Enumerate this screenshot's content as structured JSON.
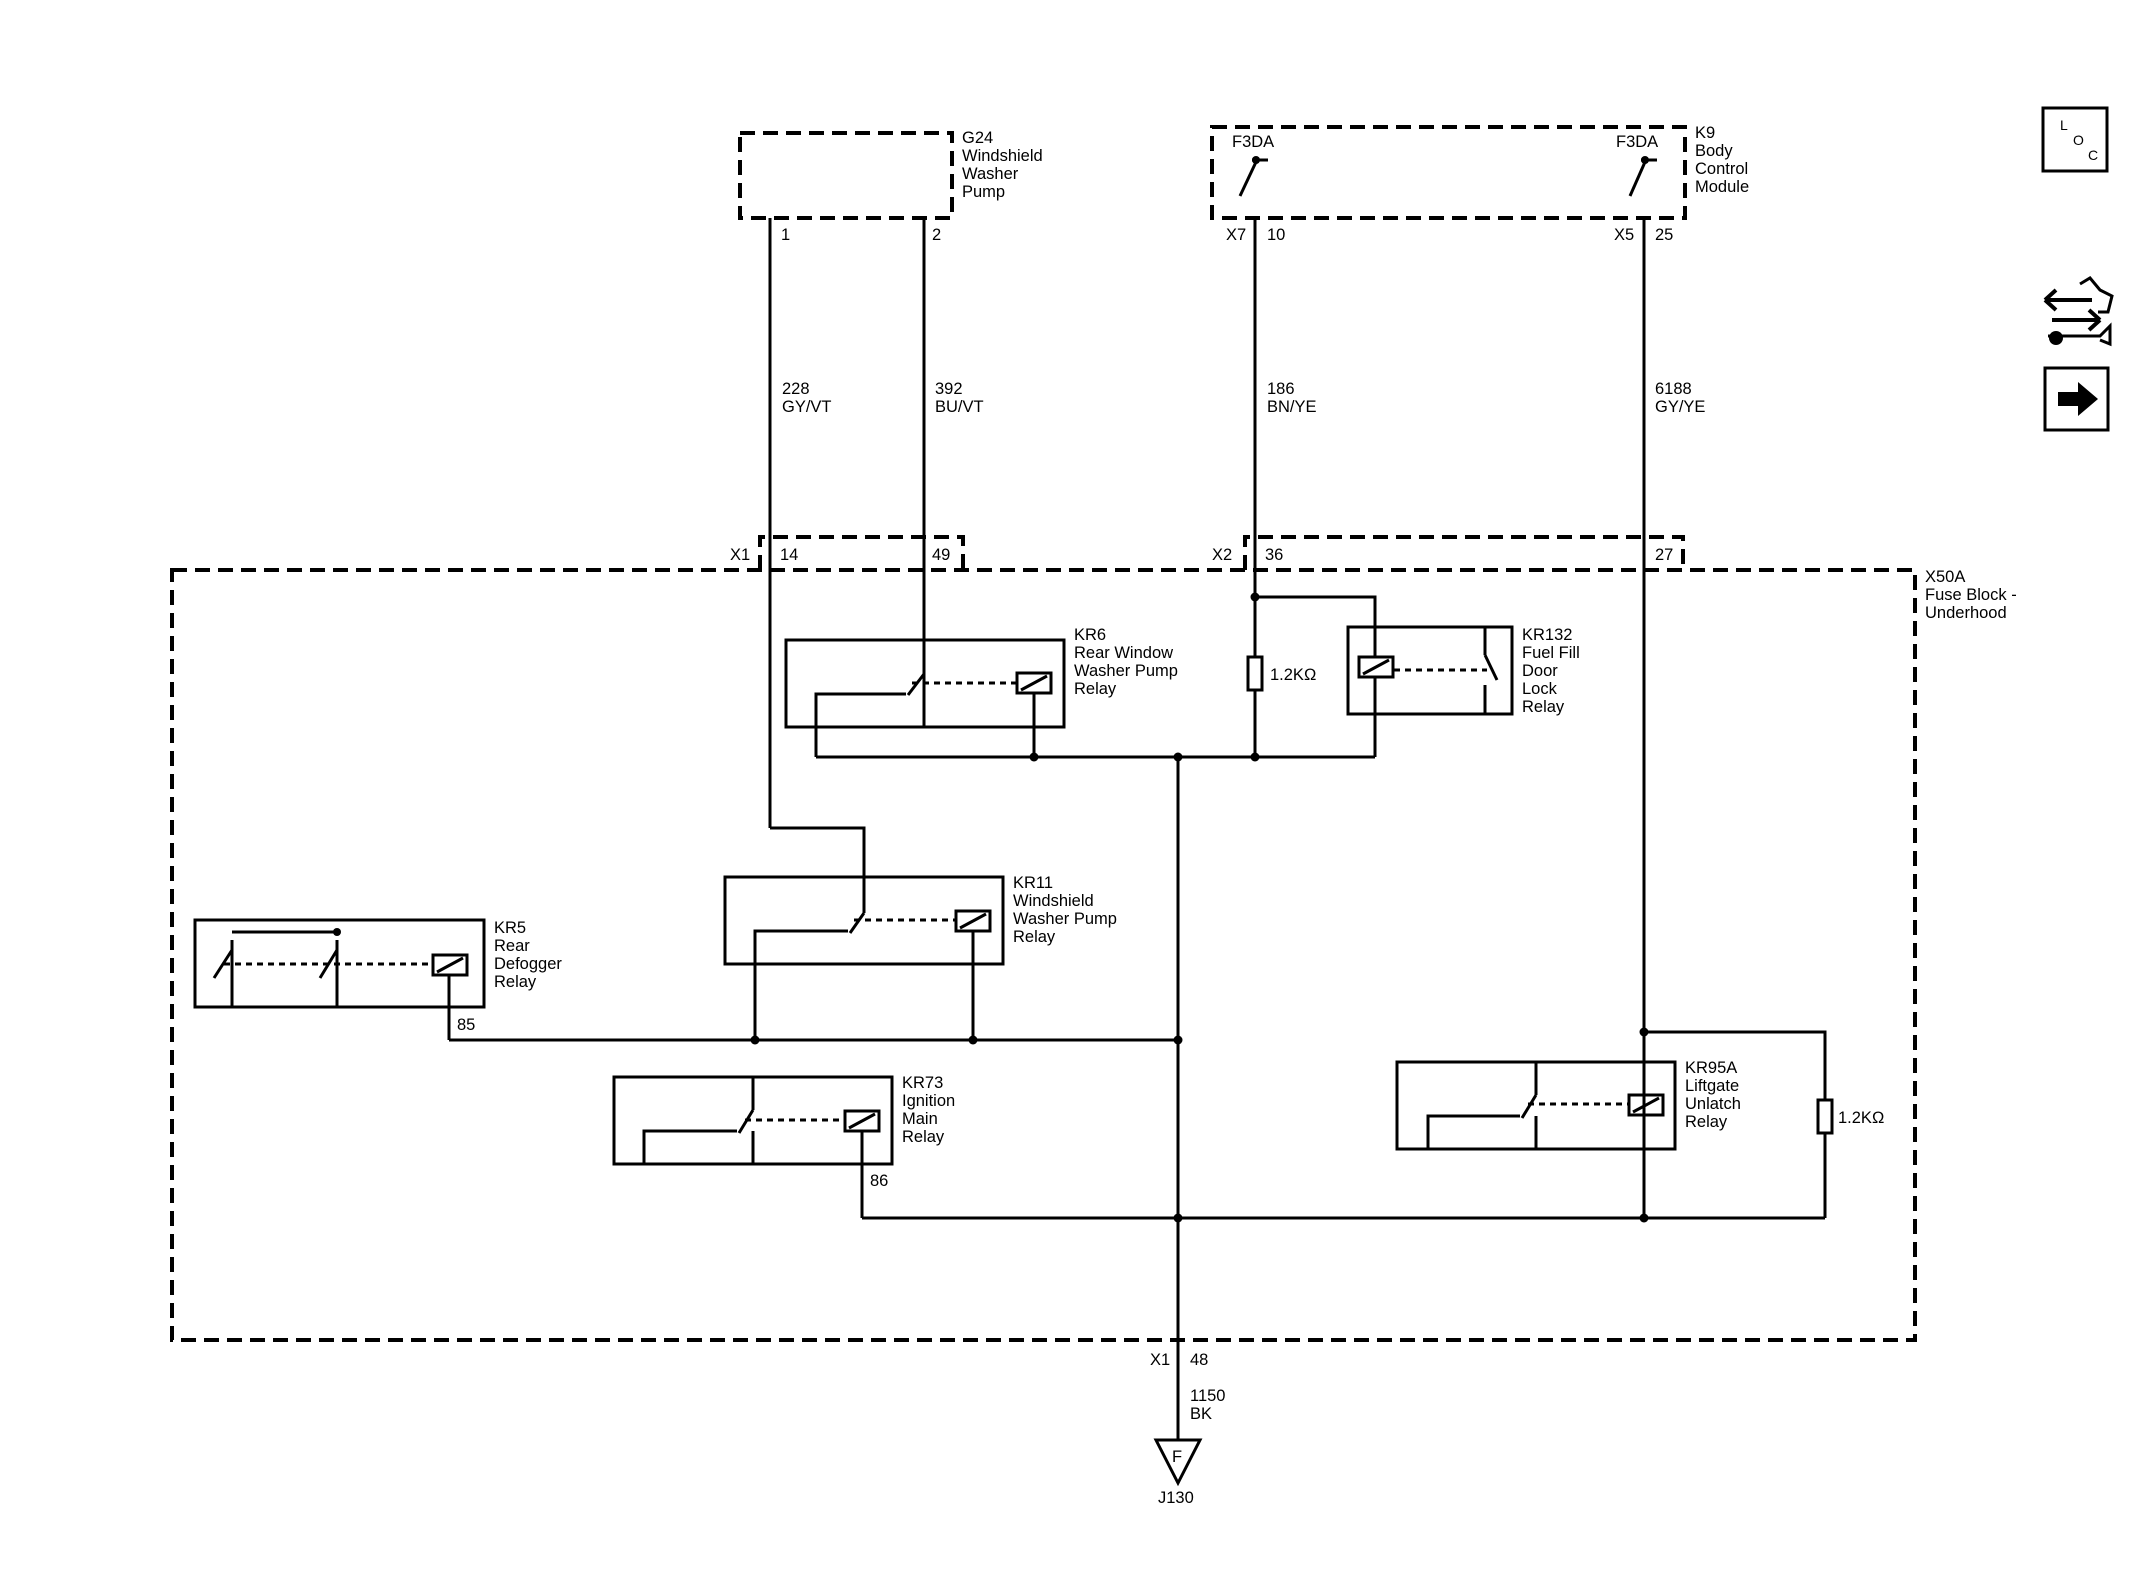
{
  "colors": {
    "line": "#000000",
    "background": "#ffffff"
  },
  "sidebar": {
    "loc_button": {
      "letters": [
        "L",
        "O",
        "C"
      ],
      "icon": "loc-icon"
    },
    "connector_icon": "connector-repair-icon",
    "next_icon": "arrow-right-icon"
  },
  "components": {
    "g24": {
      "lines": [
        "G24",
        "Windshield",
        "Washer",
        "Pump"
      ],
      "pins": [
        "1",
        "2"
      ]
    },
    "k9": {
      "lines": [
        "K9",
        "Body",
        "Control",
        "Module"
      ],
      "fuse_label_left": "F3DA",
      "fuse_label_right": "F3DA",
      "pins": [
        "X7",
        "10",
        "X5",
        "25"
      ]
    },
    "x50a": {
      "lines": [
        "X50A",
        "Fuse Block -",
        "Underhood"
      ]
    },
    "kr6": {
      "lines": [
        "KR6",
        "Rear Window",
        "Washer Pump",
        "Relay"
      ]
    },
    "kr132": {
      "lines": [
        "KR132",
        "Fuel Fill",
        "Door",
        "Lock",
        "Relay"
      ]
    },
    "kr11": {
      "lines": [
        "KR11",
        "Windshield",
        "Washer Pump",
        "Relay"
      ]
    },
    "kr5": {
      "lines": [
        "KR5",
        "Rear",
        "Defogger",
        "Relay"
      ],
      "pin": "85"
    },
    "kr73": {
      "lines": [
        "KR73",
        "Ignition",
        "Main",
        "Relay"
      ],
      "pin": "86"
    },
    "kr95a": {
      "lines": [
        "KR95A",
        "Liftgate",
        "Unlatch",
        "Relay"
      ]
    },
    "resistor1": {
      "label": "1.2KΩ"
    },
    "resistor2": {
      "label": "1.2KΩ"
    },
    "ground": {
      "letter": "F",
      "name": "J130"
    }
  },
  "connectors": {
    "x1_top": {
      "name": "X1",
      "pins": [
        "14",
        "49"
      ]
    },
    "x2_top": {
      "name": "X2",
      "pins": [
        "36",
        "27"
      ]
    },
    "x1_bottom": {
      "name": "X1",
      "pin": "48"
    }
  },
  "wires": {
    "w228": {
      "circuit": "228",
      "color": "GY/VT"
    },
    "w392": {
      "circuit": "392",
      "color": "BU/VT"
    },
    "w186": {
      "circuit": "186",
      "color": "BN/YE"
    },
    "w6188": {
      "circuit": "6188",
      "color": "GY/YE"
    },
    "w1150": {
      "circuit": "1150",
      "color": "BK"
    }
  }
}
